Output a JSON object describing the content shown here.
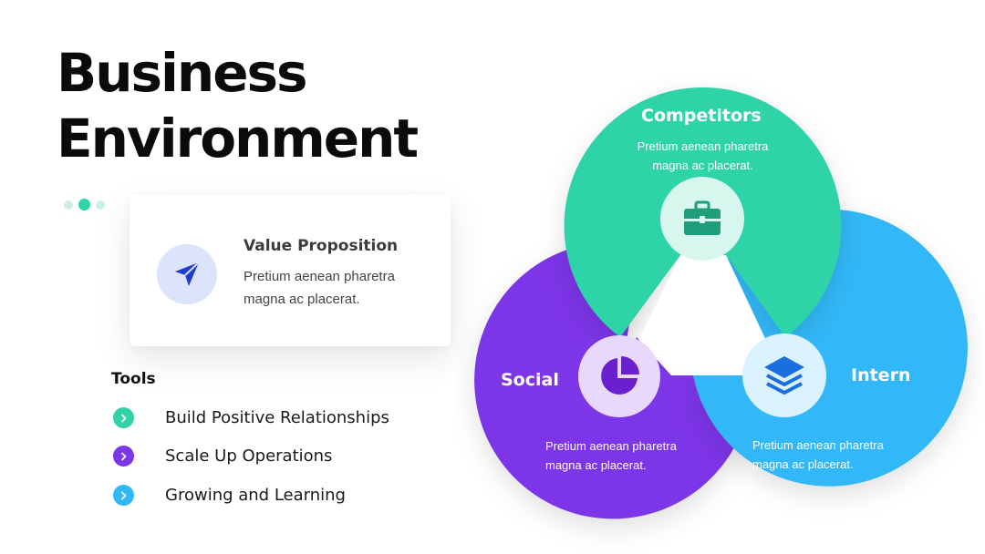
{
  "title": {
    "line1": "Business",
    "line2": "Environment"
  },
  "carousel": {
    "count": 3,
    "active": 2
  },
  "card": {
    "title": "Value Proposition",
    "text": "Pretium aenean pharetra magna ac placerat.",
    "icon": "paper-plane-icon"
  },
  "tools": {
    "title": "Tools",
    "items": [
      {
        "label": "Build Positive Relationships",
        "color": "#2fd3a7"
      },
      {
        "label": "Scale Up Operations",
        "color": "#7d35e8"
      },
      {
        "label": "Growing and Learning",
        "color": "#30b8f8"
      }
    ]
  },
  "diagram": {
    "competitors": {
      "label": "Competitors",
      "text": "Pretium aenean pharetra magna ac placerat.",
      "color": "#2fd3a7",
      "icon": "briefcase-icon"
    },
    "social": {
      "label": "Social",
      "text": "Pretium aenean pharetra magna ac placerat.",
      "color": "#7d35e8",
      "icon": "pie-chart-icon"
    },
    "intern": {
      "label": "Intern",
      "text": "Pretium aenean pharetra magna ac placerat.",
      "color": "#30b8f8",
      "icon": "layers-icon"
    }
  }
}
